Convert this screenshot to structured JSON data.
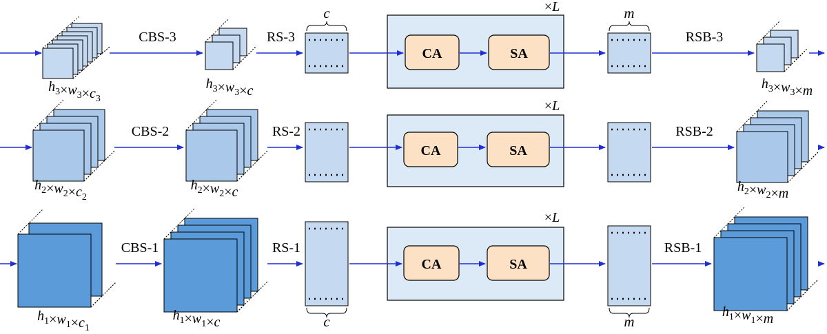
{
  "colors": {
    "arrow": "#1f2fd6",
    "feature_light": "#c5daf0",
    "feature_mid": "#a9c8ea",
    "feature_dark": "#5b9bd9",
    "attn_panel": "#dce9f6",
    "attn_block": "#fce1c4"
  },
  "rows": [
    {
      "id": "row-3",
      "cbs_label": "CBS-3",
      "rs_label": "RS-3",
      "rsb_label": "RSB-3",
      "repeat_label": "×L",
      "ca_label": "CA",
      "sa_label": "SA",
      "in_dim": {
        "h": "h",
        "w": "w",
        "c": "c",
        "idx": "3",
        "c_is_indexed": true
      },
      "mid_dim": {
        "h": "h",
        "w": "w",
        "c": "c",
        "idx": "3",
        "c_is_indexed": false
      },
      "out_dim": {
        "h": "h",
        "w": "w",
        "c": "m",
        "idx": "3",
        "c_is_indexed": false
      },
      "left_brace_label": "c",
      "right_brace_label": "m"
    },
    {
      "id": "row-2",
      "cbs_label": "CBS-2",
      "rs_label": "RS-2",
      "rsb_label": "RSB-2",
      "repeat_label": "×L",
      "ca_label": "CA",
      "sa_label": "SA",
      "in_dim": {
        "h": "h",
        "w": "w",
        "c": "c",
        "idx": "2",
        "c_is_indexed": true
      },
      "mid_dim": {
        "h": "h",
        "w": "w",
        "c": "c",
        "idx": "2",
        "c_is_indexed": false
      },
      "out_dim": {
        "h": "h",
        "w": "w",
        "c": "m",
        "idx": "2",
        "c_is_indexed": false
      },
      "left_brace_label": "",
      "right_brace_label": ""
    },
    {
      "id": "row-1",
      "cbs_label": "CBS-1",
      "rs_label": "RS-1",
      "rsb_label": "RSB-1",
      "repeat_label": "×L",
      "ca_label": "CA",
      "sa_label": "SA",
      "in_dim": {
        "h": "h",
        "w": "w",
        "c": "c",
        "idx": "1",
        "c_is_indexed": true
      },
      "mid_dim": {
        "h": "h",
        "w": "w",
        "c": "c",
        "idx": "1",
        "c_is_indexed": false
      },
      "out_dim": {
        "h": "h",
        "w": "w",
        "c": "m",
        "idx": "1",
        "c_is_indexed": false
      },
      "left_brace_label": "c",
      "right_brace_label": "m"
    }
  ]
}
